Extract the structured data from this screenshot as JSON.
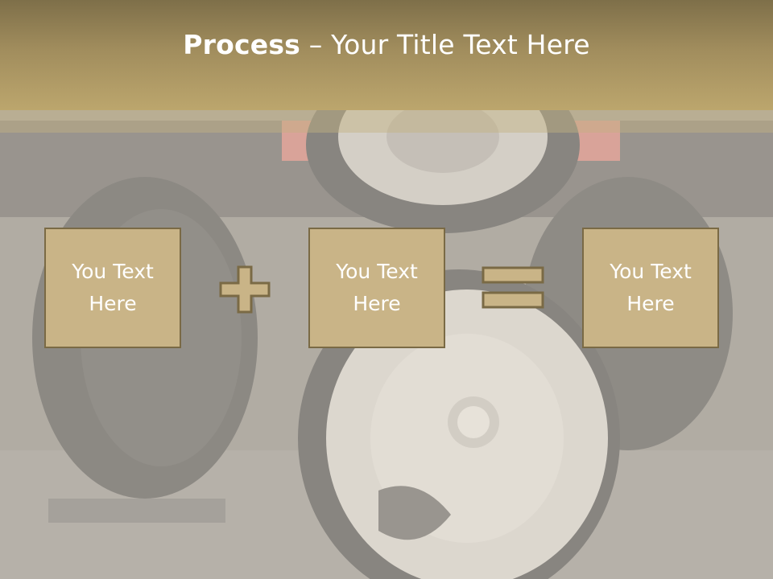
{
  "slide": {
    "title_bold": "Process",
    "title_rest": " – Your Title Text Here",
    "boxes": [
      {
        "text": "You Text\nHere"
      },
      {
        "text": "You Text\nHere"
      },
      {
        "text": "You Text\nHere"
      }
    ],
    "operators": [
      "plus-icon",
      "equals-icon"
    ],
    "colors": {
      "title_bar": "#a18d5d",
      "box_fill": "#c9b487",
      "box_border": "#7a6a45",
      "text": "#ffffff"
    },
    "background_image": "gym-weight-plates-photo"
  }
}
